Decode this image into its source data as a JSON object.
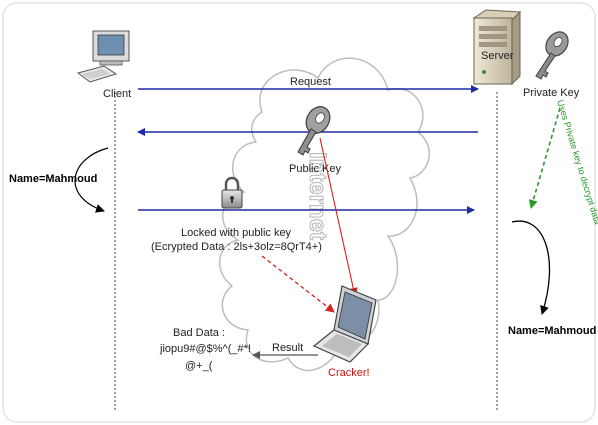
{
  "labels": {
    "client": "Client",
    "server": "Server",
    "private_key": "Private Key",
    "request": "Request",
    "public_key": "Public Key",
    "internet": "Internet",
    "name_left": "Name=Mahmoud",
    "locked": "Locked with public key",
    "encrypted_data": "(Ecrypted Data : 2ls+3olz=8QrT4+)",
    "bad_data_line1": "Bad Data :",
    "bad_data_line2": "jiopu9#@$%^(_#*!",
    "bad_data_line3": "@+_(",
    "result": "Result",
    "cracker": "Cracker!",
    "uses_private_key": "Uses Private key to decrypt data",
    "name_right": "Name=Mahmoud"
  },
  "colors": {
    "arrow_blue": "#1f2aa8",
    "arrow_red": "#d62020",
    "arrow_green": "#2a9a2a",
    "cloud_stroke": "#bdbdbd",
    "cracker_text": "#cc1111"
  },
  "icons": [
    "client-computer-icon",
    "server-icon",
    "key-icon",
    "padlock-icon",
    "laptop-icon"
  ]
}
